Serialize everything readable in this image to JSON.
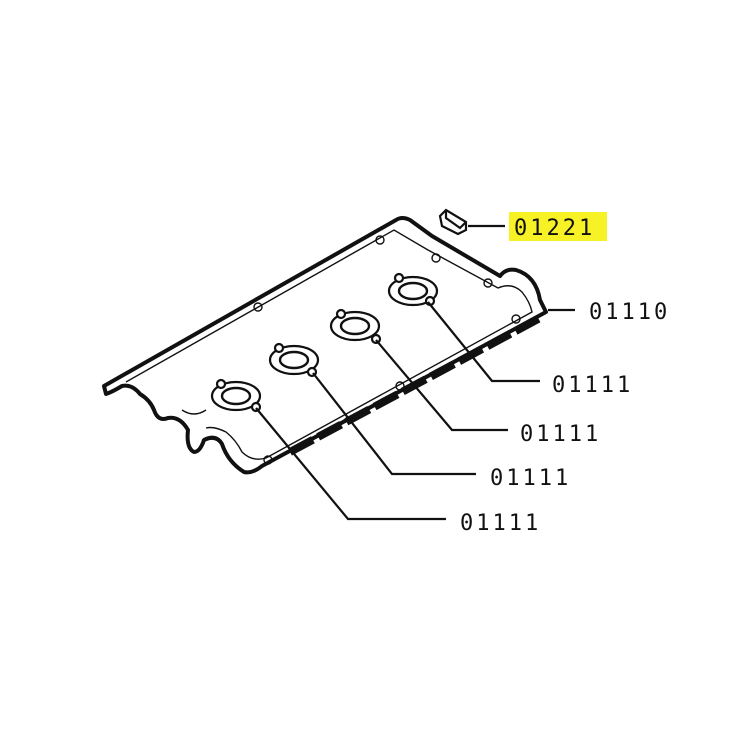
{
  "colors": {
    "highlight": "#f7f225",
    "ink": "#111111",
    "background": "#ffffff"
  },
  "parts": [
    {
      "id": "cap",
      "number": "01221",
      "highlighted": true
    },
    {
      "id": "gasket",
      "number": "01110",
      "highlighted": false
    },
    {
      "id": "ring-4",
      "number": "01111",
      "highlighted": false
    },
    {
      "id": "ring-3",
      "number": "01111",
      "highlighted": false
    },
    {
      "id": "ring-2",
      "number": "01111",
      "highlighted": false
    },
    {
      "id": "ring-1",
      "number": "01111",
      "highlighted": false
    }
  ]
}
